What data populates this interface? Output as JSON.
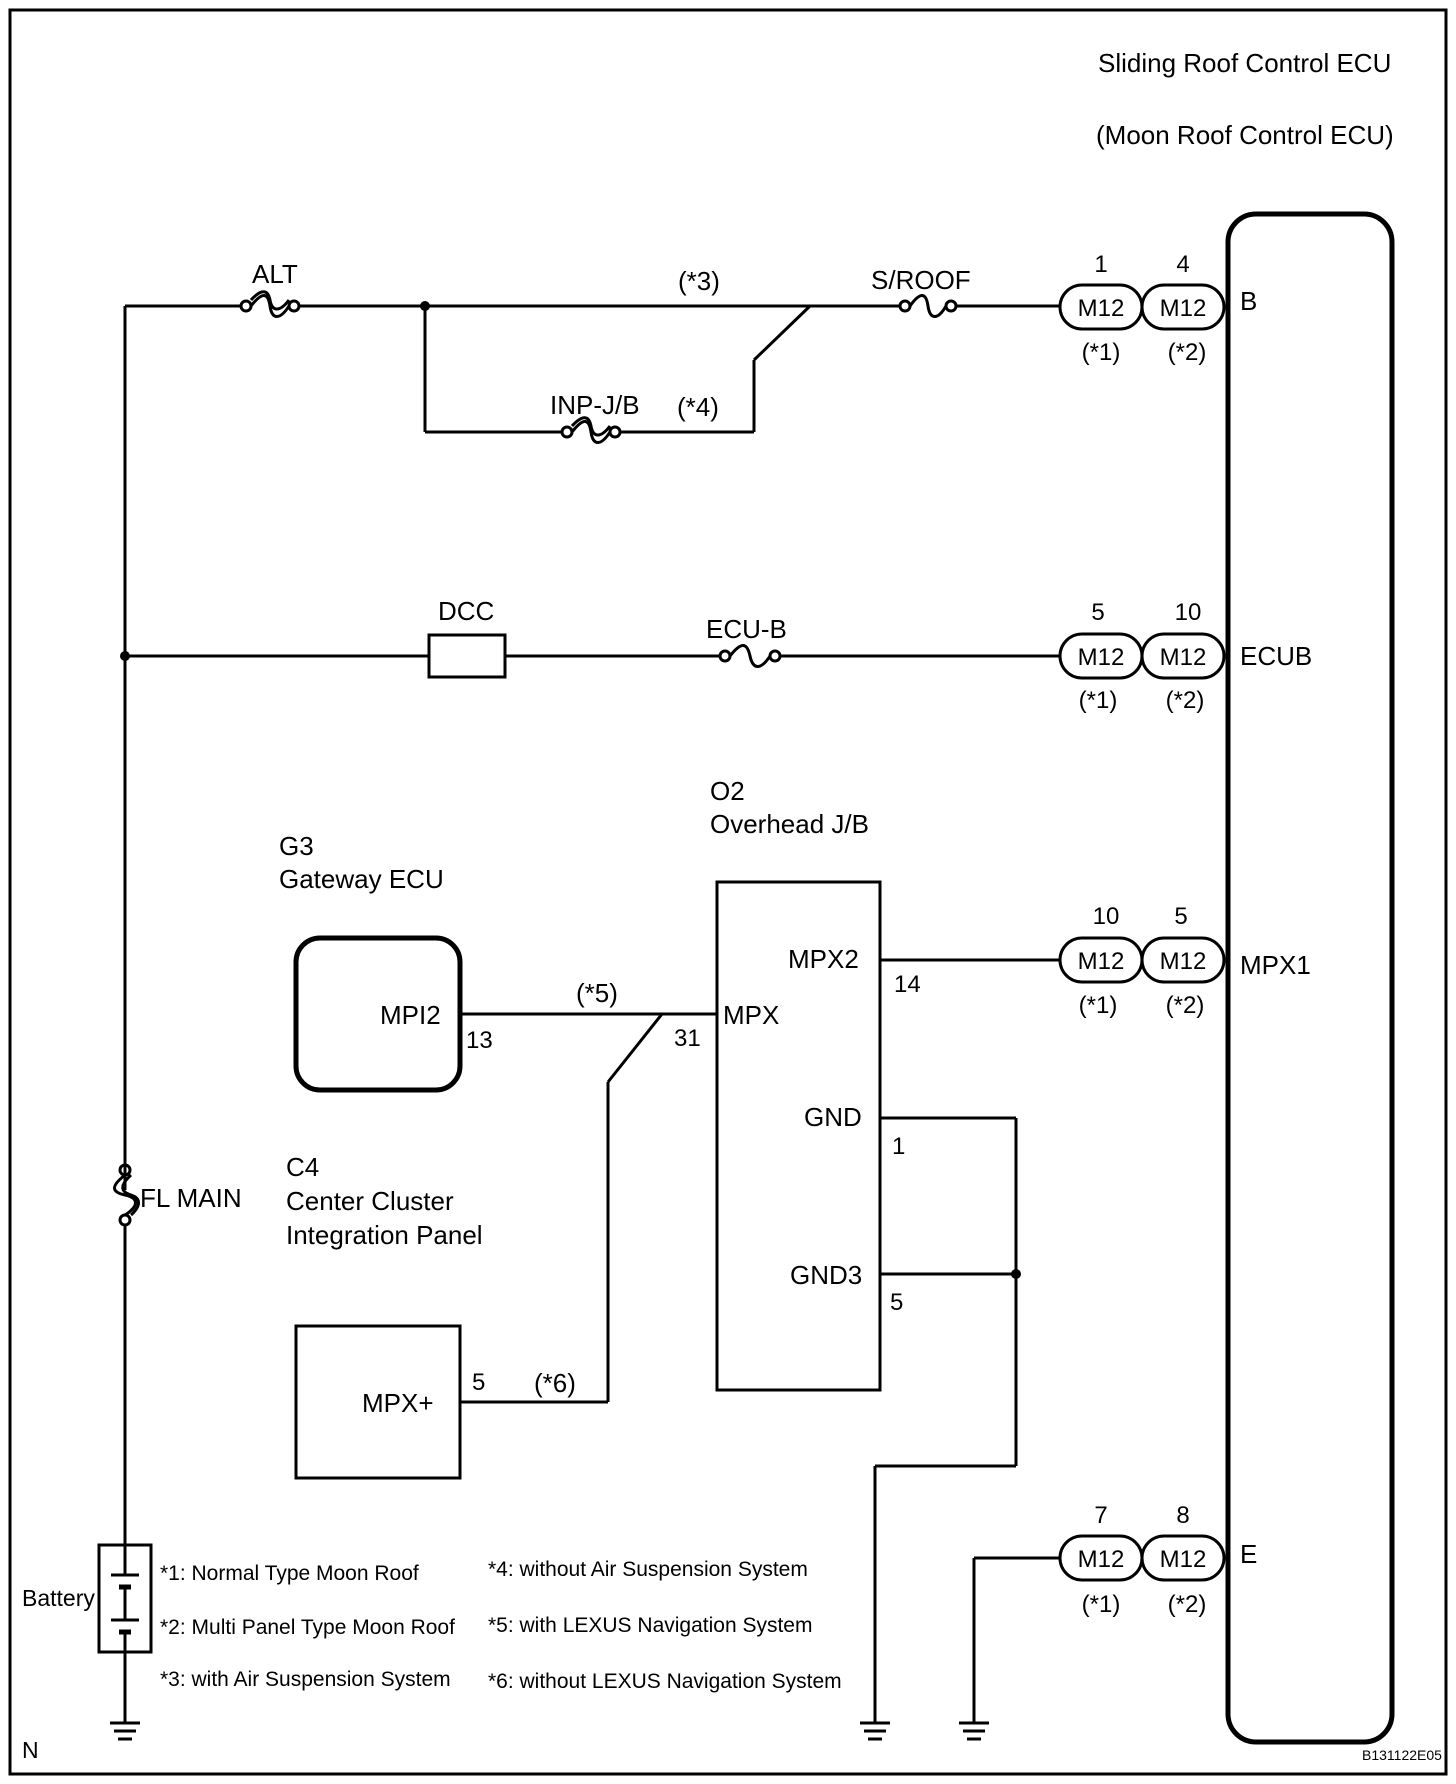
{
  "ecu": {
    "title": "Sliding Roof Control ECU",
    "subtitle": "(Moon Roof Control ECU)",
    "terminals": {
      "b": "B",
      "ecub": "ECUB",
      "mpx1": "MPX1",
      "e": "E"
    }
  },
  "connectors": {
    "b": {
      "pin1": "1",
      "pin2": "4",
      "name1": "M12",
      "name2": "M12",
      "var1": "(*1)",
      "var2": "(*2)"
    },
    "ecub": {
      "pin1": "5",
      "pin2": "10",
      "name1": "M12",
      "name2": "M12",
      "var1": "(*1)",
      "var2": "(*2)"
    },
    "mpx1": {
      "pin1": "10",
      "pin2": "5",
      "name1": "M12",
      "name2": "M12",
      "var1": "(*1)",
      "var2": "(*2)"
    },
    "e": {
      "pin1": "7",
      "pin2": "8",
      "name1": "M12",
      "name2": "M12",
      "var1": "(*1)",
      "var2": "(*2)"
    }
  },
  "fuses": {
    "alt": "ALT",
    "sroof": "S/ROOF",
    "inpjb": "INP-J/B",
    "dcc": "DCC",
    "ecub": "ECU-B",
    "flmain": "FL MAIN"
  },
  "wire_notes": {
    "with_air": "(*3)",
    "without_air": "(*4)",
    "with_nav": "(*5)",
    "without_nav": "(*6)"
  },
  "overhead_jb": {
    "code": "O2",
    "name": "Overhead J/B",
    "mpx2": "MPX2",
    "mpx2_pin": "14",
    "mpx": "MPX",
    "mpx_pin": "31",
    "gnd": "GND",
    "gnd_pin": "1",
    "gnd3": "GND3",
    "gnd3_pin": "5"
  },
  "gateway_ecu": {
    "code": "G3",
    "name": "Gateway ECU",
    "mpi2": "MPI2",
    "mpi2_pin": "13"
  },
  "center_cluster": {
    "code": "C4",
    "name_line1": "Center Cluster",
    "name_line2": "Integration Panel",
    "mpx_plus": "MPX+",
    "mpx_plus_pin": "5"
  },
  "battery": "Battery",
  "notes": [
    "*1: Normal Type Moon Roof",
    "*2: Multi Panel Type Moon Roof",
    "*3: with Air Suspension System",
    "*4: without Air Suspension System",
    "*5: with LEXUS Navigation System",
    "*6: without LEXUS Navigation System"
  ],
  "corner_label": "N",
  "figure_code": "B131122E05"
}
